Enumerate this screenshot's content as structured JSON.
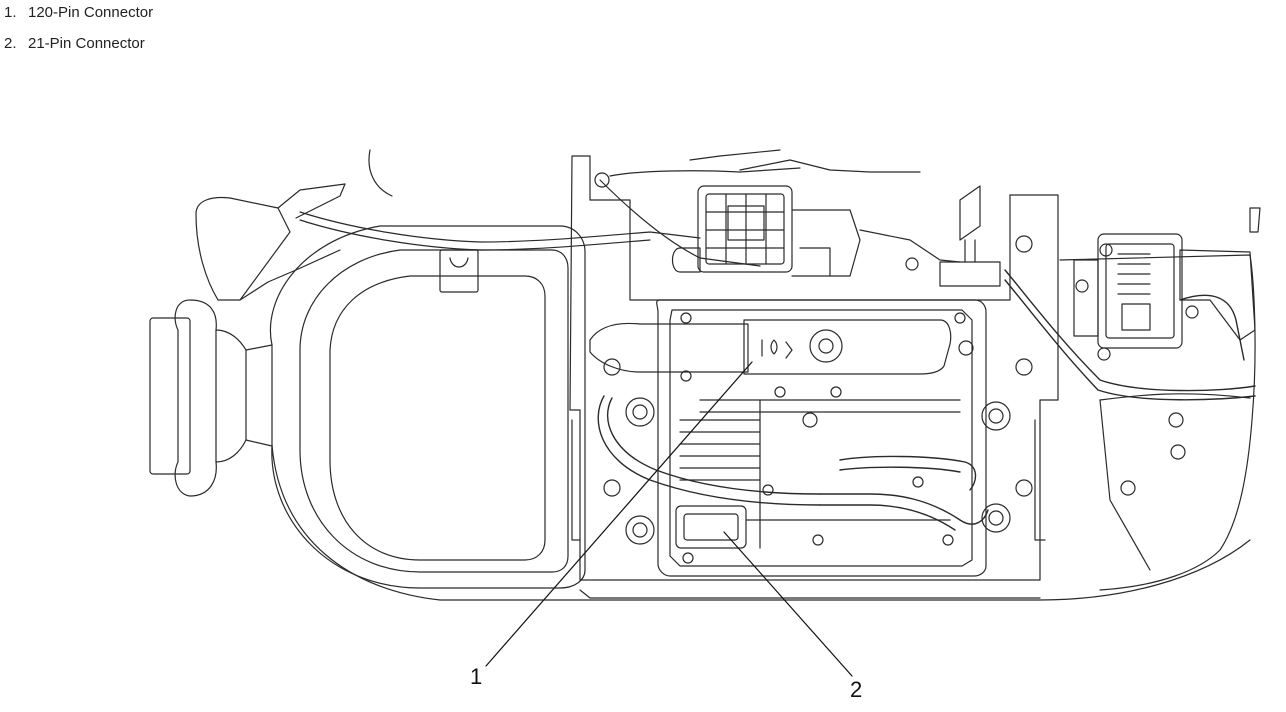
{
  "legend": {
    "items": [
      {
        "number": "1.",
        "label": "120-Pin Connector"
      },
      {
        "number": "2.",
        "label": "21-Pin Connector"
      }
    ]
  },
  "callouts": [
    {
      "number": "1",
      "target": "120-Pin Connector"
    },
    {
      "number": "2",
      "target": "21-Pin Connector"
    }
  ],
  "colors": {
    "line": "#2a2a2a",
    "background": "#ffffff"
  }
}
